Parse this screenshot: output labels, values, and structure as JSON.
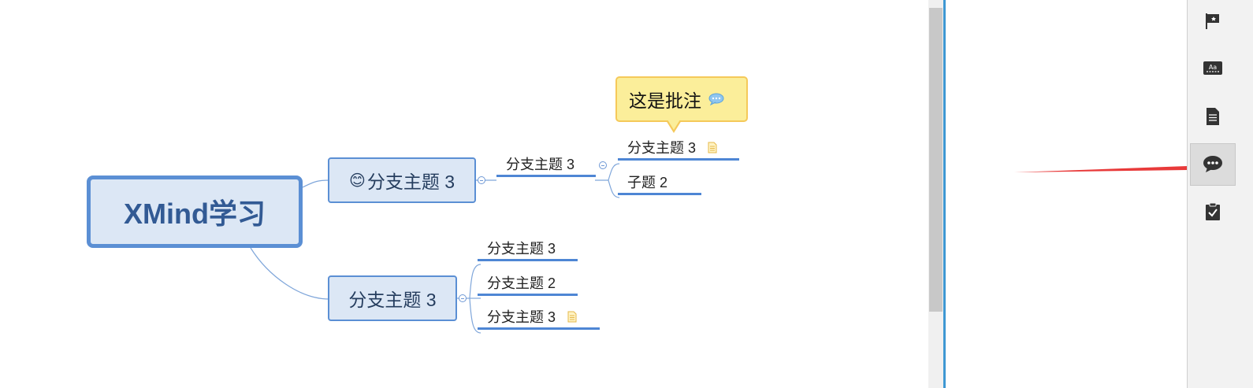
{
  "mindmap": {
    "central_topic": "XMind学习",
    "branch1": {
      "emoji": "😊",
      "label": "分支主题 3",
      "child": {
        "label": "分支主题 3",
        "subs": [
          {
            "label": "分支主题 3",
            "has_note": true
          },
          {
            "label": "子题 2",
            "has_note": false
          }
        ]
      }
    },
    "branch2": {
      "label": "分支主题 3",
      "subs": [
        {
          "label": "分支主题 3",
          "has_note": false
        },
        {
          "label": "分支主题 2",
          "has_note": false
        },
        {
          "label": "分支主题 3",
          "has_note": true
        }
      ]
    },
    "callout": {
      "text": "这是批注"
    }
  },
  "right_toolbar": {
    "items": [
      {
        "icon": "marker-flag-icon",
        "active": false
      },
      {
        "icon": "format-icon",
        "active": false
      },
      {
        "icon": "notes-icon",
        "active": false
      },
      {
        "icon": "comments-icon",
        "active": true
      },
      {
        "icon": "task-info-icon",
        "active": false
      }
    ]
  },
  "colors": {
    "topic_border": "#5b8fd4",
    "topic_fill": "#dce7f5",
    "callout_fill": "#fbee9a",
    "callout_border": "#f5c95a",
    "divider": "#3e98d3",
    "arrow": "#e83a3a"
  }
}
